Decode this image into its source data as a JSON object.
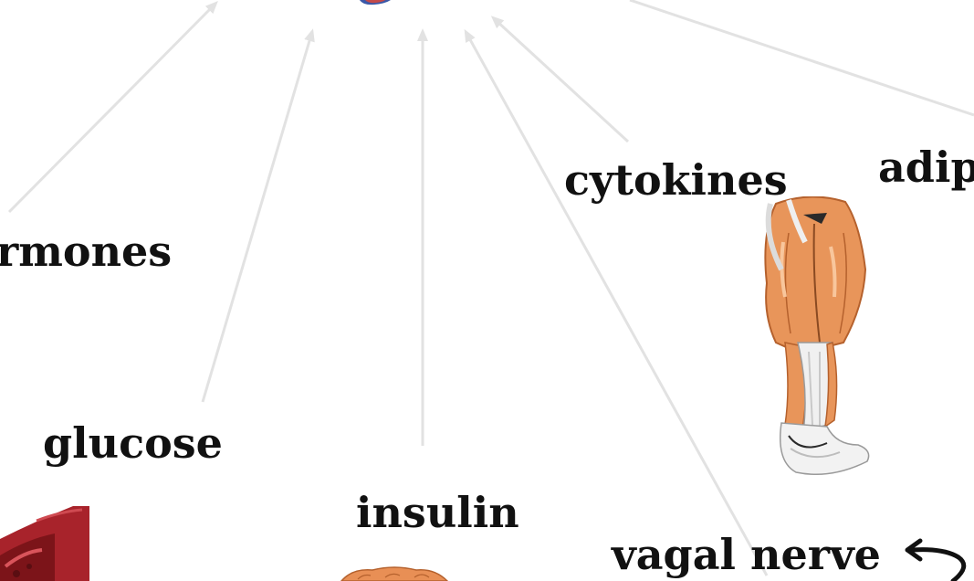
{
  "labels": {
    "hormones": "rmones",
    "glucose": "glucose",
    "insulin": "insulin",
    "cytokines": "cytokines",
    "adip": "adip",
    "vagal_nerve": "vagal nerve"
  },
  "colors": {
    "arrow": "#e2e2e2",
    "text": "#111111",
    "muscle_orange": "#e8955a",
    "tendon_white": "#f2f2f2",
    "vessel_red": "#a8232b",
    "brain_blue": "#3b58a8",
    "pancreas_orange": "#e88f55"
  },
  "icons": [
    "top-organ-partial",
    "leg-muscle-illustration",
    "blood-vessel-partial",
    "pancreas-partial",
    "curved-arrow-icon"
  ]
}
